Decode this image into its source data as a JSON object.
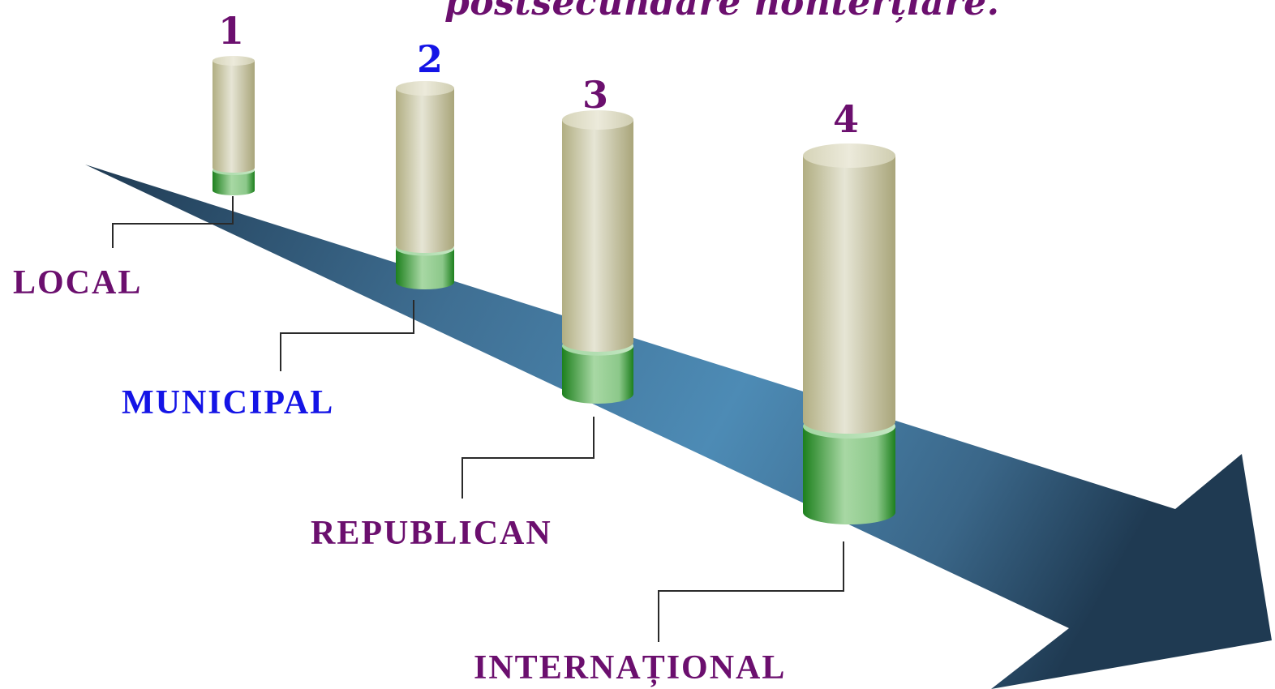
{
  "title": "postsecundare nonterțiare.",
  "colors": {
    "purple": "#6b0f6e",
    "blue": "#1414e6",
    "arrow_light": "#4d8bb5",
    "arrow_dark": "#1f3a52",
    "cylinder_top": "#c4c2a0",
    "cylinder_base": "#2d8a2d"
  },
  "levels": [
    {
      "number": "1",
      "label": "LOCAL",
      "color": "#6b0f6e"
    },
    {
      "number": "2",
      "label": "MUNICIPAL",
      "color": "#1414e6"
    },
    {
      "number": "3",
      "label": "REPUBLICAN",
      "color": "#6b0f6e"
    },
    {
      "number": "4",
      "label": "INTERNAȚIONAL",
      "color": "#6b0f6e"
    }
  ]
}
